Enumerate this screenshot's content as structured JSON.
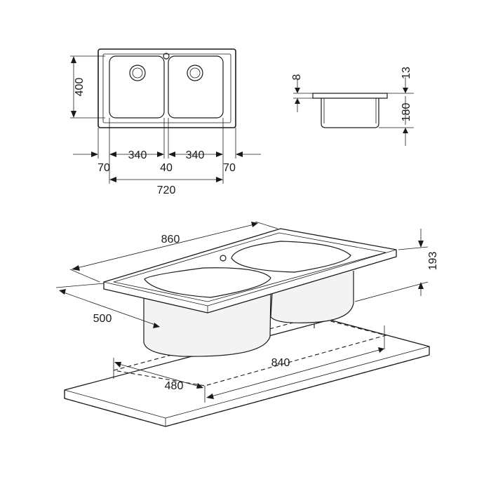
{
  "plan_view": {
    "height_label": "400",
    "left_margin_label": "70",
    "bowl_left_label": "340",
    "divider_label": "40",
    "bowl_right_label": "340",
    "right_margin_label": "70",
    "total_width_label": "720"
  },
  "section_view": {
    "lip_label": "8",
    "top_label": "13",
    "depth_label": "180"
  },
  "perspective_view": {
    "length_label": "860",
    "width_label": "500",
    "height_label": "193",
    "cutout_length_label": "840",
    "cutout_width_label": "480"
  }
}
